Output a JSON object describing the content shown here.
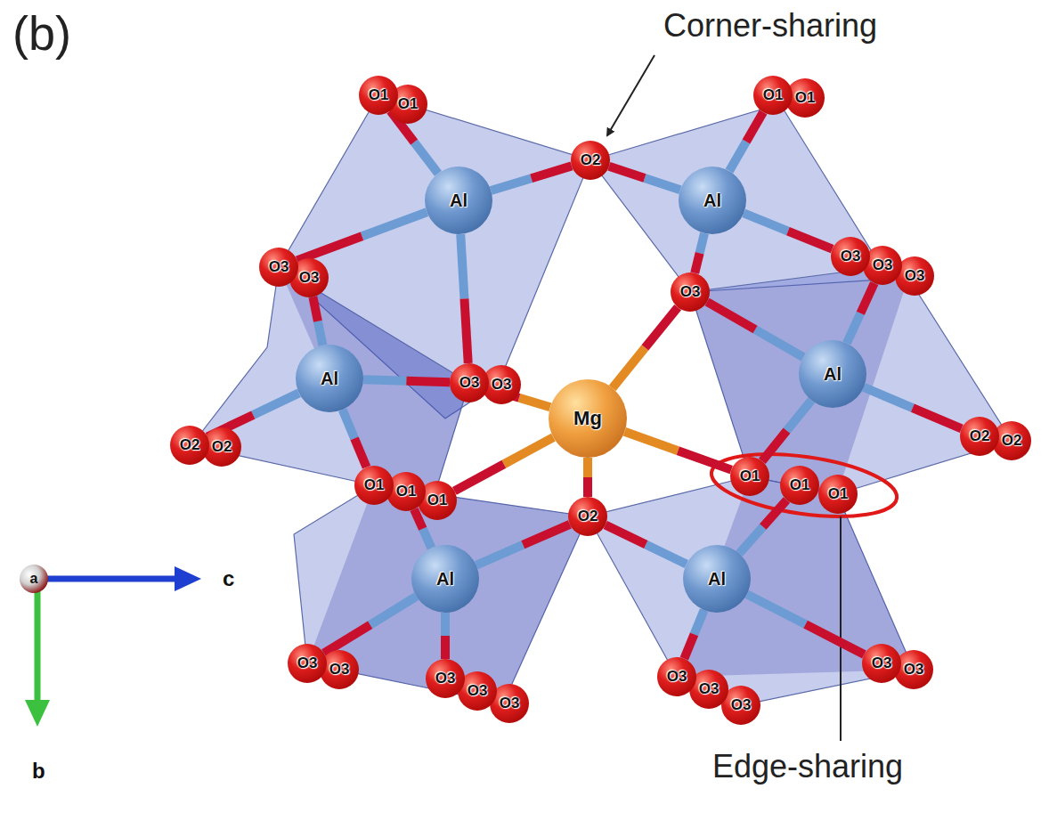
{
  "diagram": {
    "nodes": [
      {
        "text": [
          "O1"
        ]
      },
      {
        "text": [
          "O1"
        ]
      },
      {
        "text": [
          "O2"
        ]
      },
      {
        "text": [
          "O1"
        ]
      },
      {
        "text": [
          "O1"
        ]
      },
      {
        "text": [
          "Al"
        ]
      },
      {
        "text": [
          "Al"
        ]
      },
      {
        "text": [
          "O3"
        ]
      },
      {
        "text": [
          "O3"
        ]
      },
      {
        "text": [
          "O3"
        ]
      },
      {
        "text": [
          "O3"
        ]
      },
      {
        "text": [
          "O3"
        ]
      },
      {
        "text": [
          "O3"
        ]
      },
      {
        "text": [
          "O3"
        ]
      },
      {
        "text": [
          "O3"
        ]
      },
      {
        "text": [
          "Al"
        ]
      },
      {
        "text": [
          "Mg"
        ]
      },
      {
        "text": [
          "Al"
        ]
      },
      {
        "text": [
          "O2"
        ]
      },
      {
        "text": [
          "O2"
        ]
      },
      {
        "text": [
          "O2"
        ]
      },
      {
        "text": [
          "O2"
        ]
      },
      {
        "text": [
          "O1"
        ]
      },
      {
        "text": [
          "O1"
        ]
      },
      {
        "text": [
          "O1"
        ]
      },
      {
        "text": [
          "O1"
        ]
      },
      {
        "text": [
          "O1"
        ]
      },
      {
        "text": [
          "O1"
        ]
      },
      {
        "text": [
          "O2"
        ]
      },
      {
        "text": [
          "Al"
        ]
      },
      {
        "text": [
          "Al"
        ]
      },
      {
        "text": [
          "O3"
        ]
      },
      {
        "text": [
          "O3"
        ]
      },
      {
        "text": [
          "O3"
        ]
      },
      {
        "text": [
          "O3"
        ]
      },
      {
        "text": [
          "O3"
        ]
      },
      {
        "text": [
          "O3"
        ]
      },
      {
        "text": [
          "O3"
        ]
      },
      {
        "text": [
          "O3"
        ]
      },
      {
        "text": [
          "O3"
        ]
      },
      {
        "text": [
          "O3"
        ]
      }
    ],
    "edges": [
      {
        "from": 16,
        "to": 9,
        "arrow": "none"
      },
      {
        "from": 16,
        "to": 11,
        "arrow": "none"
      },
      {
        "from": 16,
        "to": 24,
        "arrow": "none"
      },
      {
        "from": 16,
        "to": 25,
        "arrow": "none"
      },
      {
        "from": 16,
        "to": 28,
        "arrow": "none"
      },
      {
        "from": 5,
        "to": 0,
        "arrow": "none"
      },
      {
        "from": 5,
        "to": 2,
        "arrow": "none"
      },
      {
        "from": 5,
        "to": 7,
        "arrow": "none"
      },
      {
        "from": 5,
        "to": 9,
        "arrow": "none"
      },
      {
        "from": 6,
        "to": 3,
        "arrow": "none"
      },
      {
        "from": 6,
        "to": 2,
        "arrow": "none"
      },
      {
        "from": 6,
        "to": 11,
        "arrow": "none"
      },
      {
        "from": 6,
        "to": 12,
        "arrow": "none"
      },
      {
        "from": 15,
        "to": 8,
        "arrow": "none"
      },
      {
        "from": 15,
        "to": 18,
        "arrow": "none"
      },
      {
        "from": 15,
        "to": 22,
        "arrow": "none"
      },
      {
        "from": 15,
        "to": 9,
        "arrow": "none"
      },
      {
        "from": 17,
        "to": 13,
        "arrow": "none"
      },
      {
        "from": 17,
        "to": 20,
        "arrow": "none"
      },
      {
        "from": 17,
        "to": 25,
        "arrow": "none"
      },
      {
        "from": 17,
        "to": 11,
        "arrow": "none"
      },
      {
        "from": 29,
        "to": 23,
        "arrow": "none"
      },
      {
        "from": 29,
        "to": 28,
        "arrow": "none"
      },
      {
        "from": 29,
        "to": 31,
        "arrow": "none"
      },
      {
        "from": 29,
        "to": 33,
        "arrow": "none"
      },
      {
        "from": 30,
        "to": 28,
        "arrow": "none"
      },
      {
        "from": 30,
        "to": 26,
        "arrow": "none"
      },
      {
        "from": 30,
        "to": 36,
        "arrow": "none"
      },
      {
        "from": 30,
        "to": 39,
        "arrow": "none"
      }
    ],
    "labels": [
      "(b)",
      "Corner-sharing",
      "Edge-sharing",
      "a",
      "c",
      "b"
    ]
  }
}
